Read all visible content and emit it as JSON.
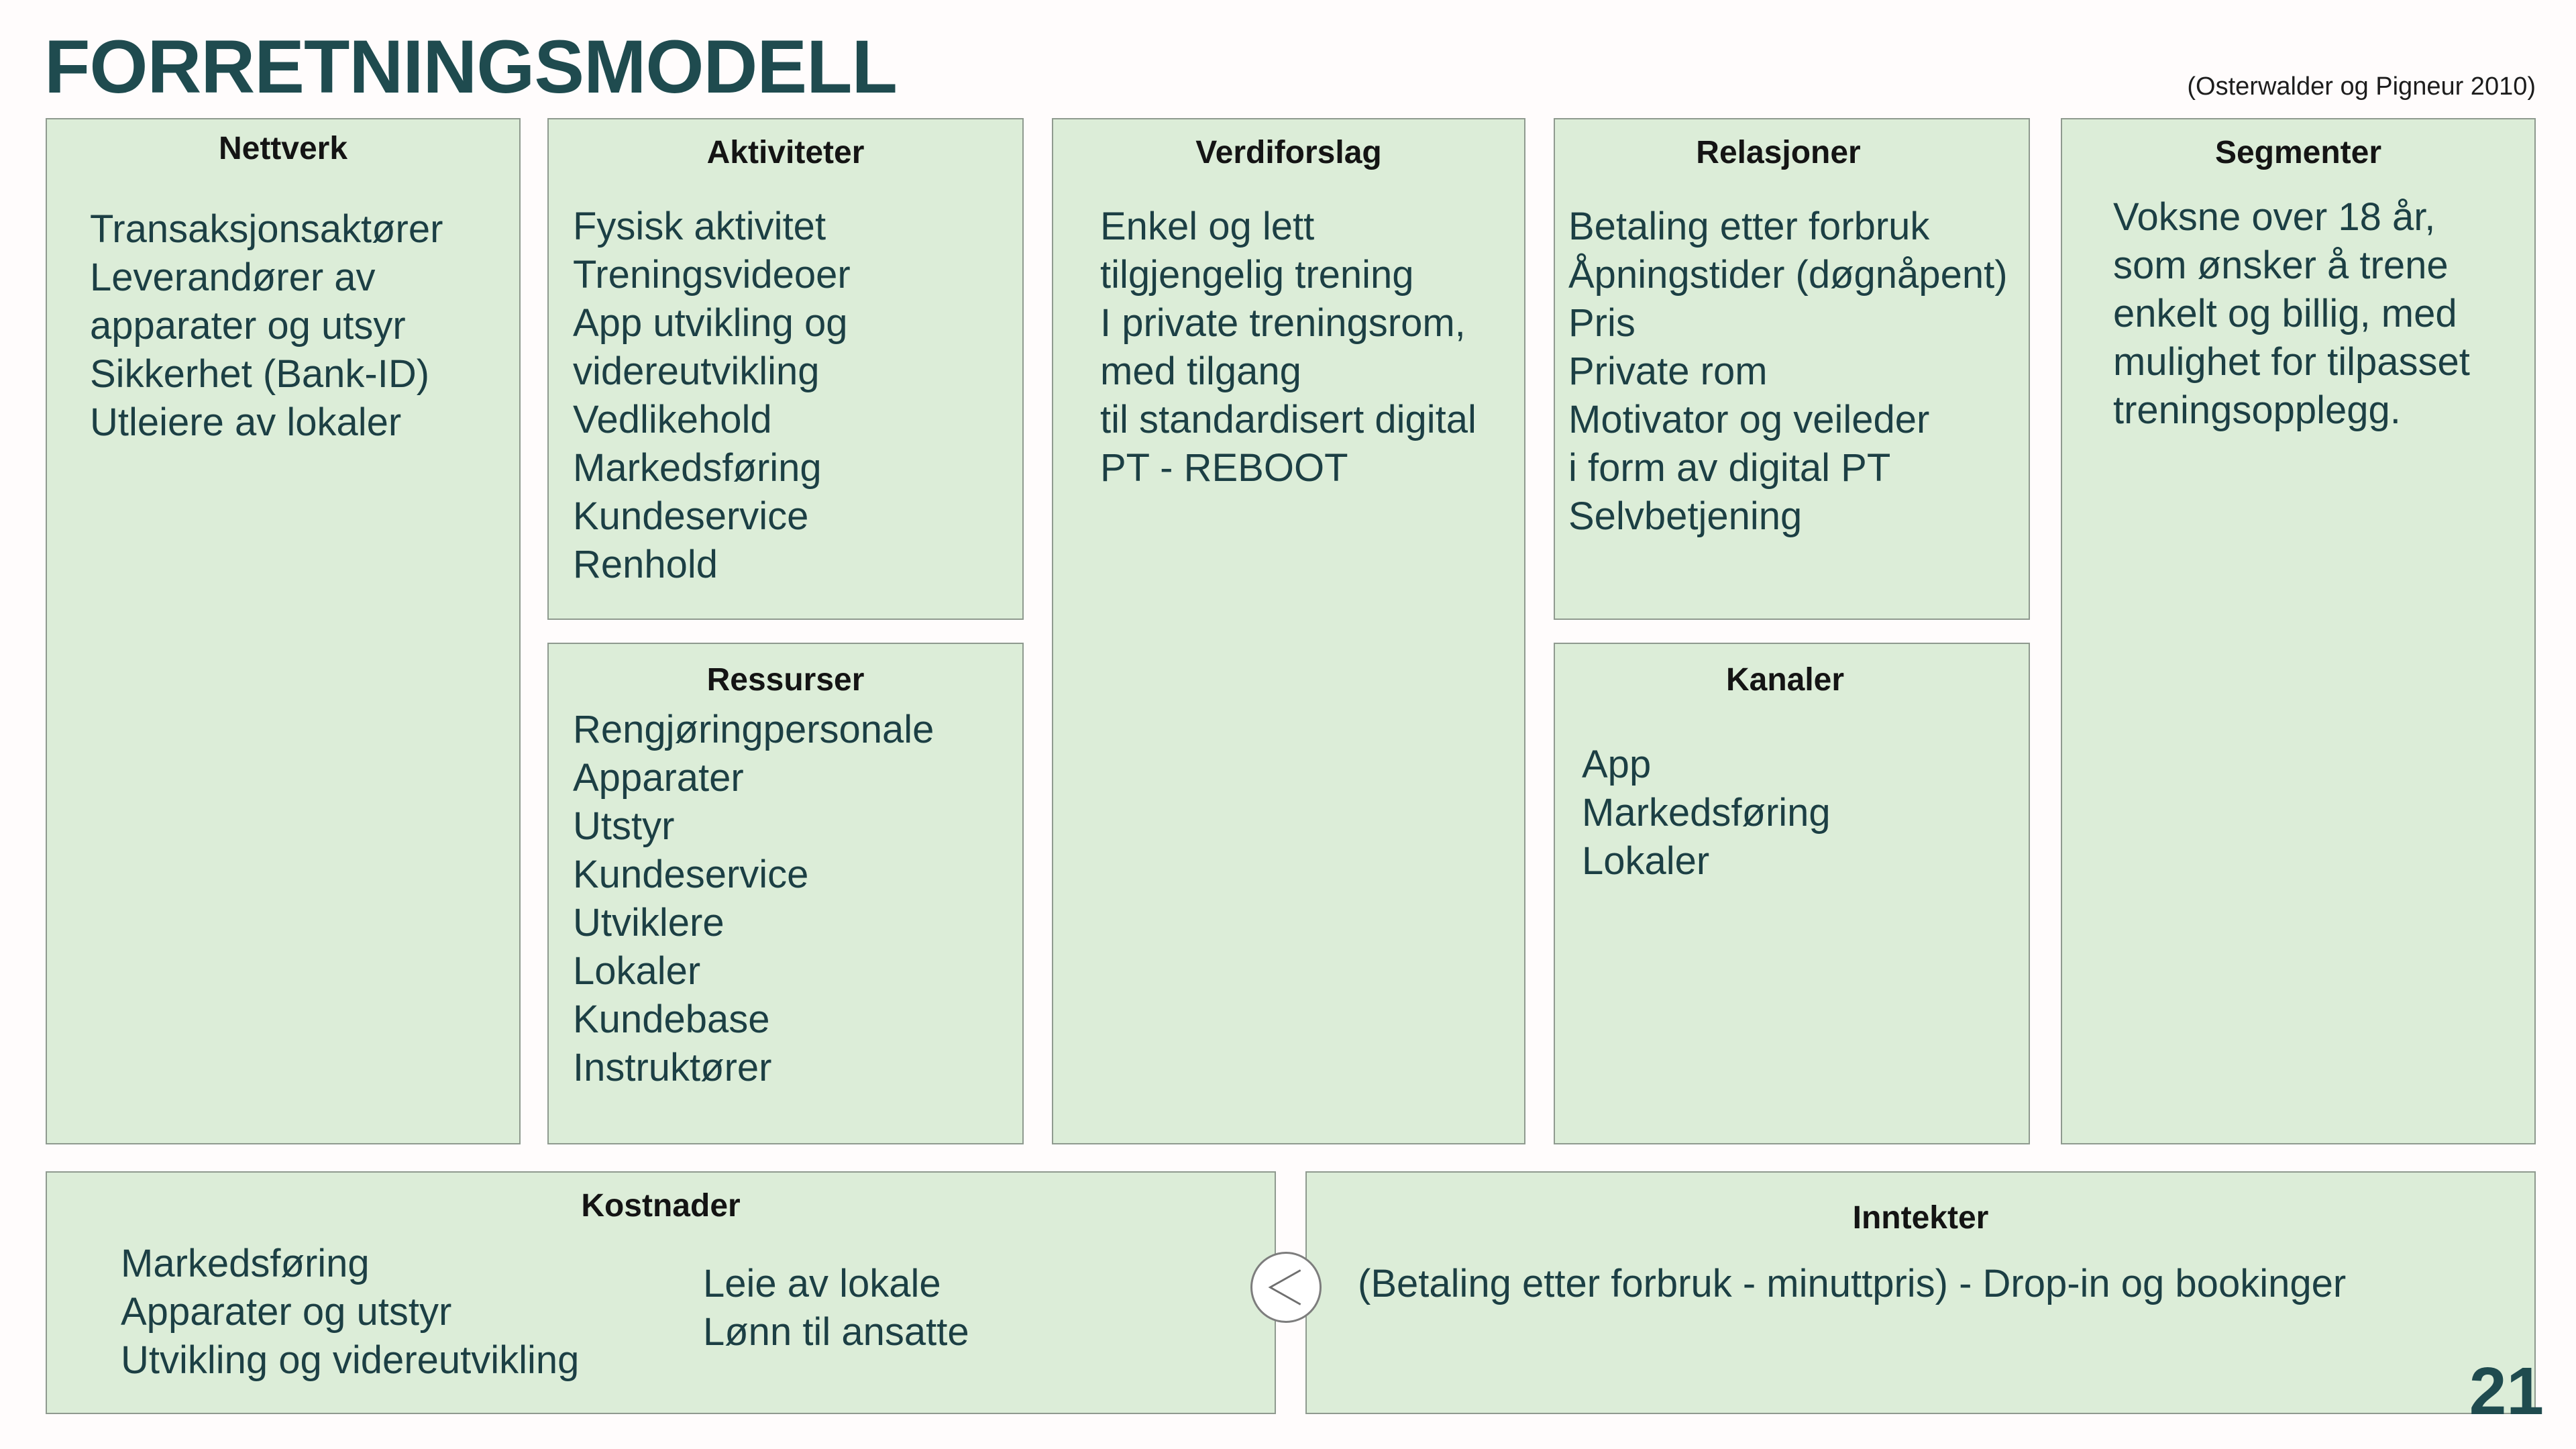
{
  "header": {
    "title": "FORRETNINGSMODELL",
    "citation": "(Osterwalder og Pigneur 2010)"
  },
  "blocks": {
    "nettverk": {
      "title": "Nettverk",
      "items": [
        "Transaksjonsaktører",
        "Leverandører av",
        "apparater og utsyr",
        "Sikkerhet (Bank-ID)",
        "Utleiere av lokaler"
      ]
    },
    "aktiviteter": {
      "title": "Aktiviteter",
      "items": [
        "Fysisk aktivitet",
        "Treningsvideoer",
        "App utvikling og",
        "videreutvikling",
        "Vedlikehold",
        "Markedsføring",
        "Kundeservice",
        "Renhold"
      ]
    },
    "ressurser": {
      "title": "Ressurser",
      "items": [
        "Rengjøringpersonale",
        "Apparater",
        "Utstyr",
        "Kundeservice",
        "Utviklere",
        "Lokaler",
        "Kundebase",
        "Instruktører"
      ]
    },
    "verdiforslag": {
      "title": "Verdiforslag",
      "items": [
        "Enkel og lett",
        "tilgjengelig trening",
        "I private treningsrom,",
        "med tilgang",
        "til standardisert digital",
        "PT - REBOOT"
      ]
    },
    "relasjoner": {
      "title": "Relasjoner",
      "items": [
        "Betaling etter forbruk",
        "Åpningstider (døgnåpent)",
        "Pris",
        "Private rom",
        "Motivator og veileder",
        "i form av digital PT",
        "Selvbetjening"
      ]
    },
    "kanaler": {
      "title": "Kanaler",
      "items": [
        "App",
        "Markedsføring",
        "Lokaler"
      ]
    },
    "segmenter": {
      "title": "Segmenter",
      "items": [
        "Voksne over 18 år,",
        "som ønsker å trene",
        "enkelt og billig, med",
        "mulighet for tilpasset",
        "treningsopplegg."
      ]
    },
    "kostnader": {
      "title": "Kostnader",
      "items_left": [
        "Markedsføring",
        "Apparater og utstyr",
        "Utvikling og videreutvikling"
      ],
      "items_right": [
        "Leie av lokale",
        "Lønn til ansatte"
      ]
    },
    "inntekter": {
      "title": "Inntekter",
      "items": [
        "(Betaling etter forbruk - minuttpris) - Drop-in og bookinger"
      ]
    }
  },
  "arrow_symbol": "<",
  "page_number": "21",
  "colors": {
    "block_fill": "#dcedd8",
    "block_border": "#8f9a8f",
    "title_text": "#1f4b4f",
    "body_text": "#1c3f44"
  }
}
